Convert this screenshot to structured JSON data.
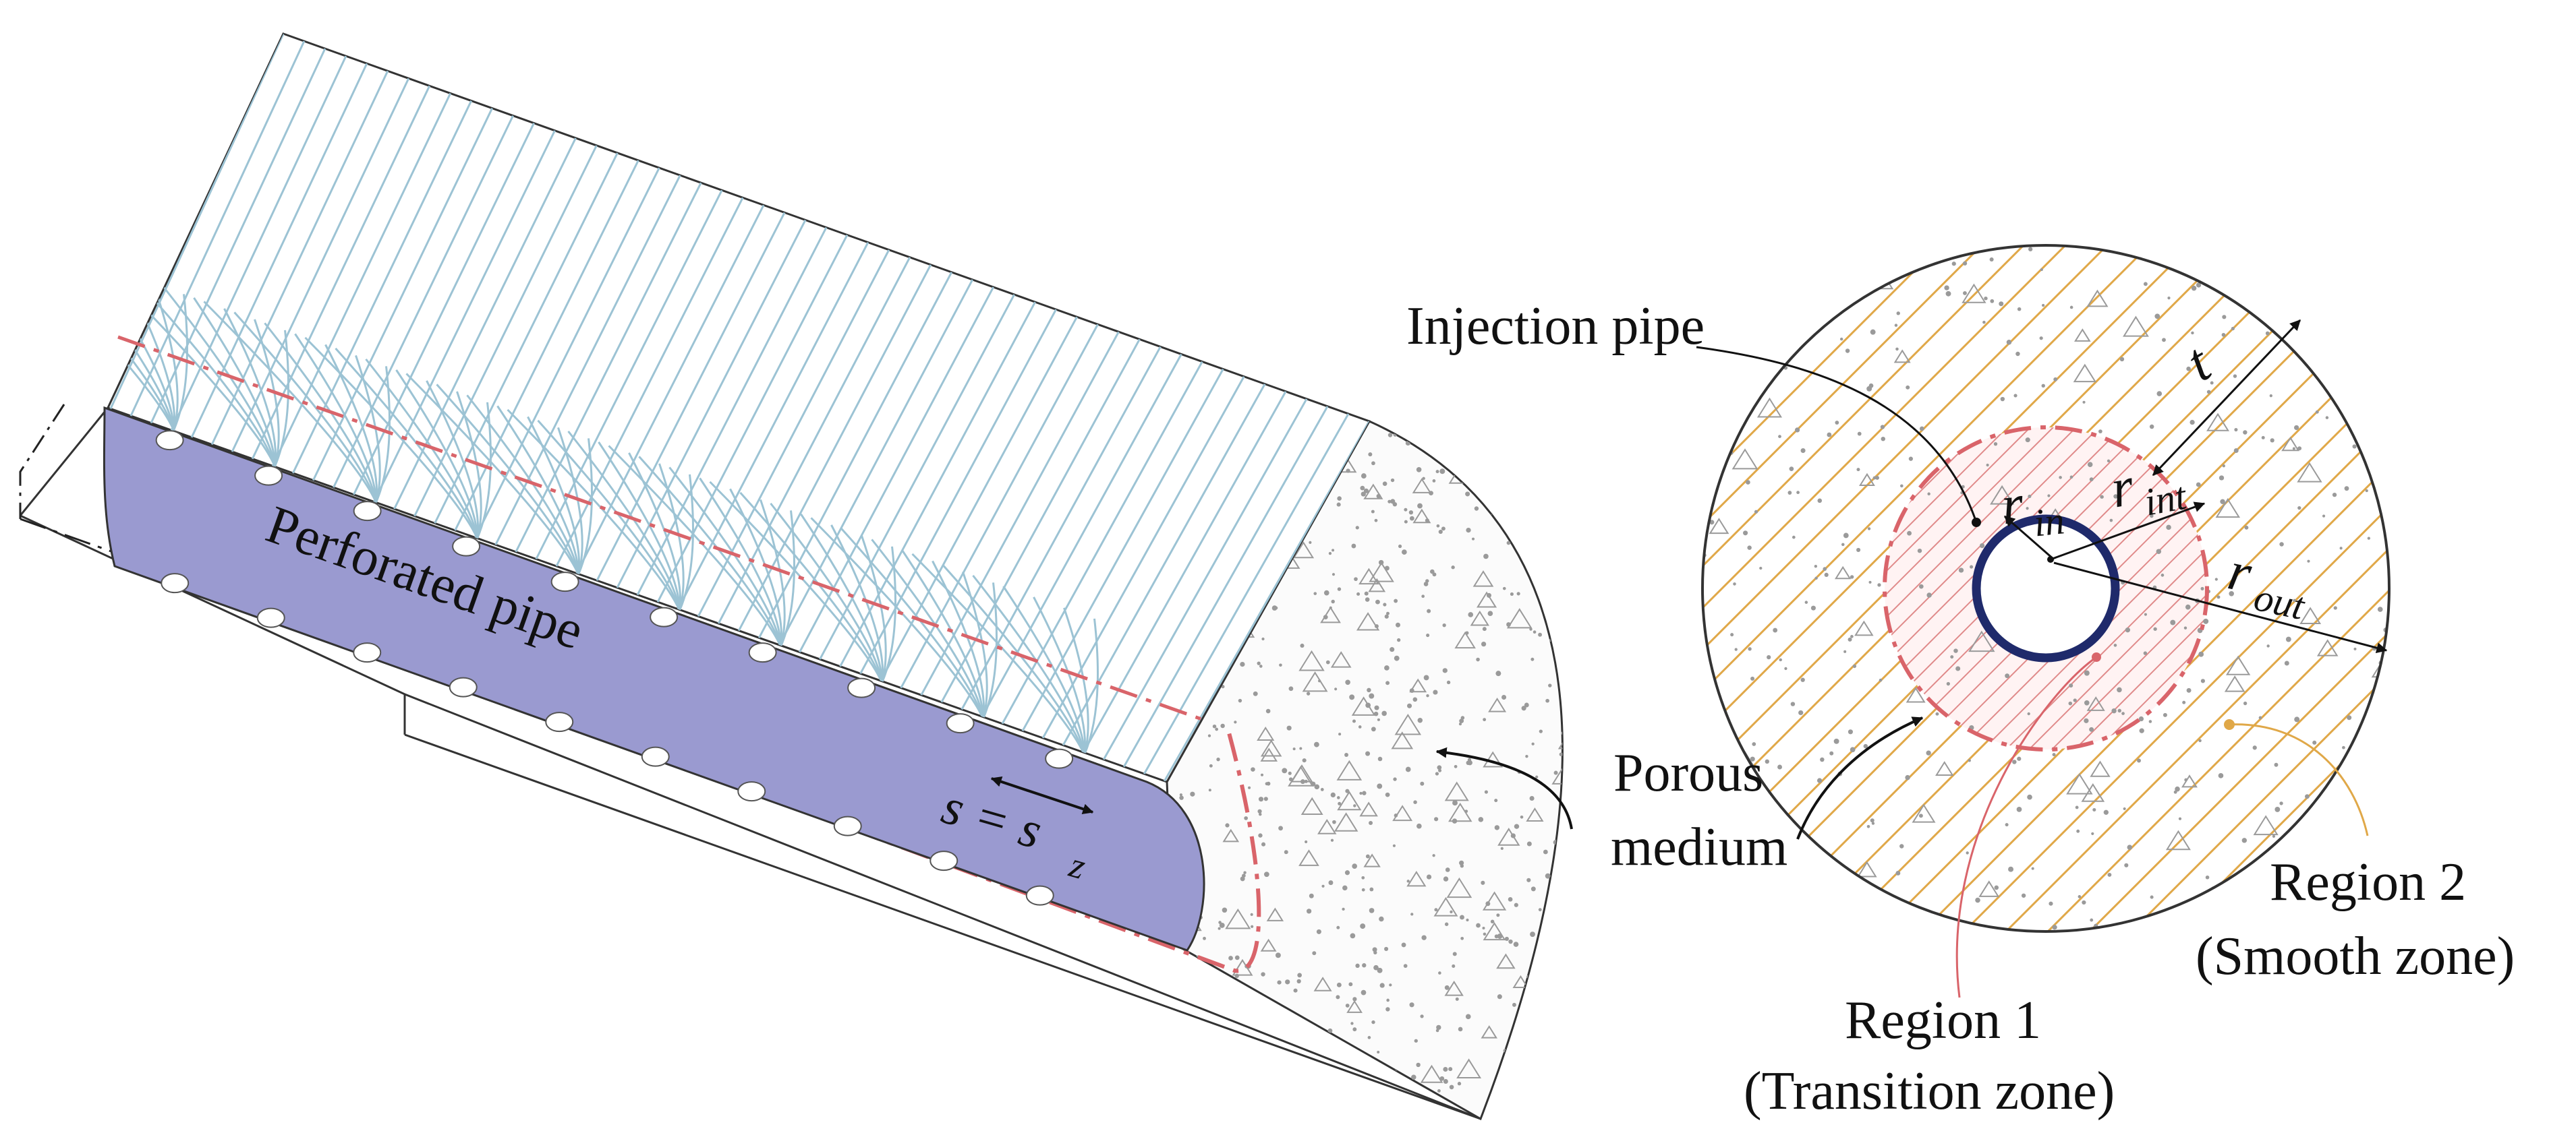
{
  "labels": {
    "perforated_pipe": "Perforated pipe",
    "spacing_eq": "s = s",
    "spacing_sub": "z",
    "injection_pipe": "Injection pipe",
    "porous_line1": "Porous",
    "porous_line2": "medium",
    "r_in": "r",
    "r_in_sub": "in",
    "r_int": "r",
    "r_int_sub": "int",
    "r_out": "r",
    "r_out_sub": "out",
    "t": "t",
    "region1_line1": "Region 1",
    "region1_line2": "(Transition zone)",
    "region2_line1": "Region 2",
    "region2_line2": "(Smooth zone)"
  },
  "colors": {
    "pipe_fill": "#9a9ad0",
    "streamline": "#9cc3d4",
    "boundary_red": "#d9646a",
    "hatch_orange": "#e0a848",
    "hatch_red": "#e08a8a",
    "injection_ring": "#1f2a6b",
    "outline": "#333333",
    "speckle": "#9a9a9a"
  }
}
